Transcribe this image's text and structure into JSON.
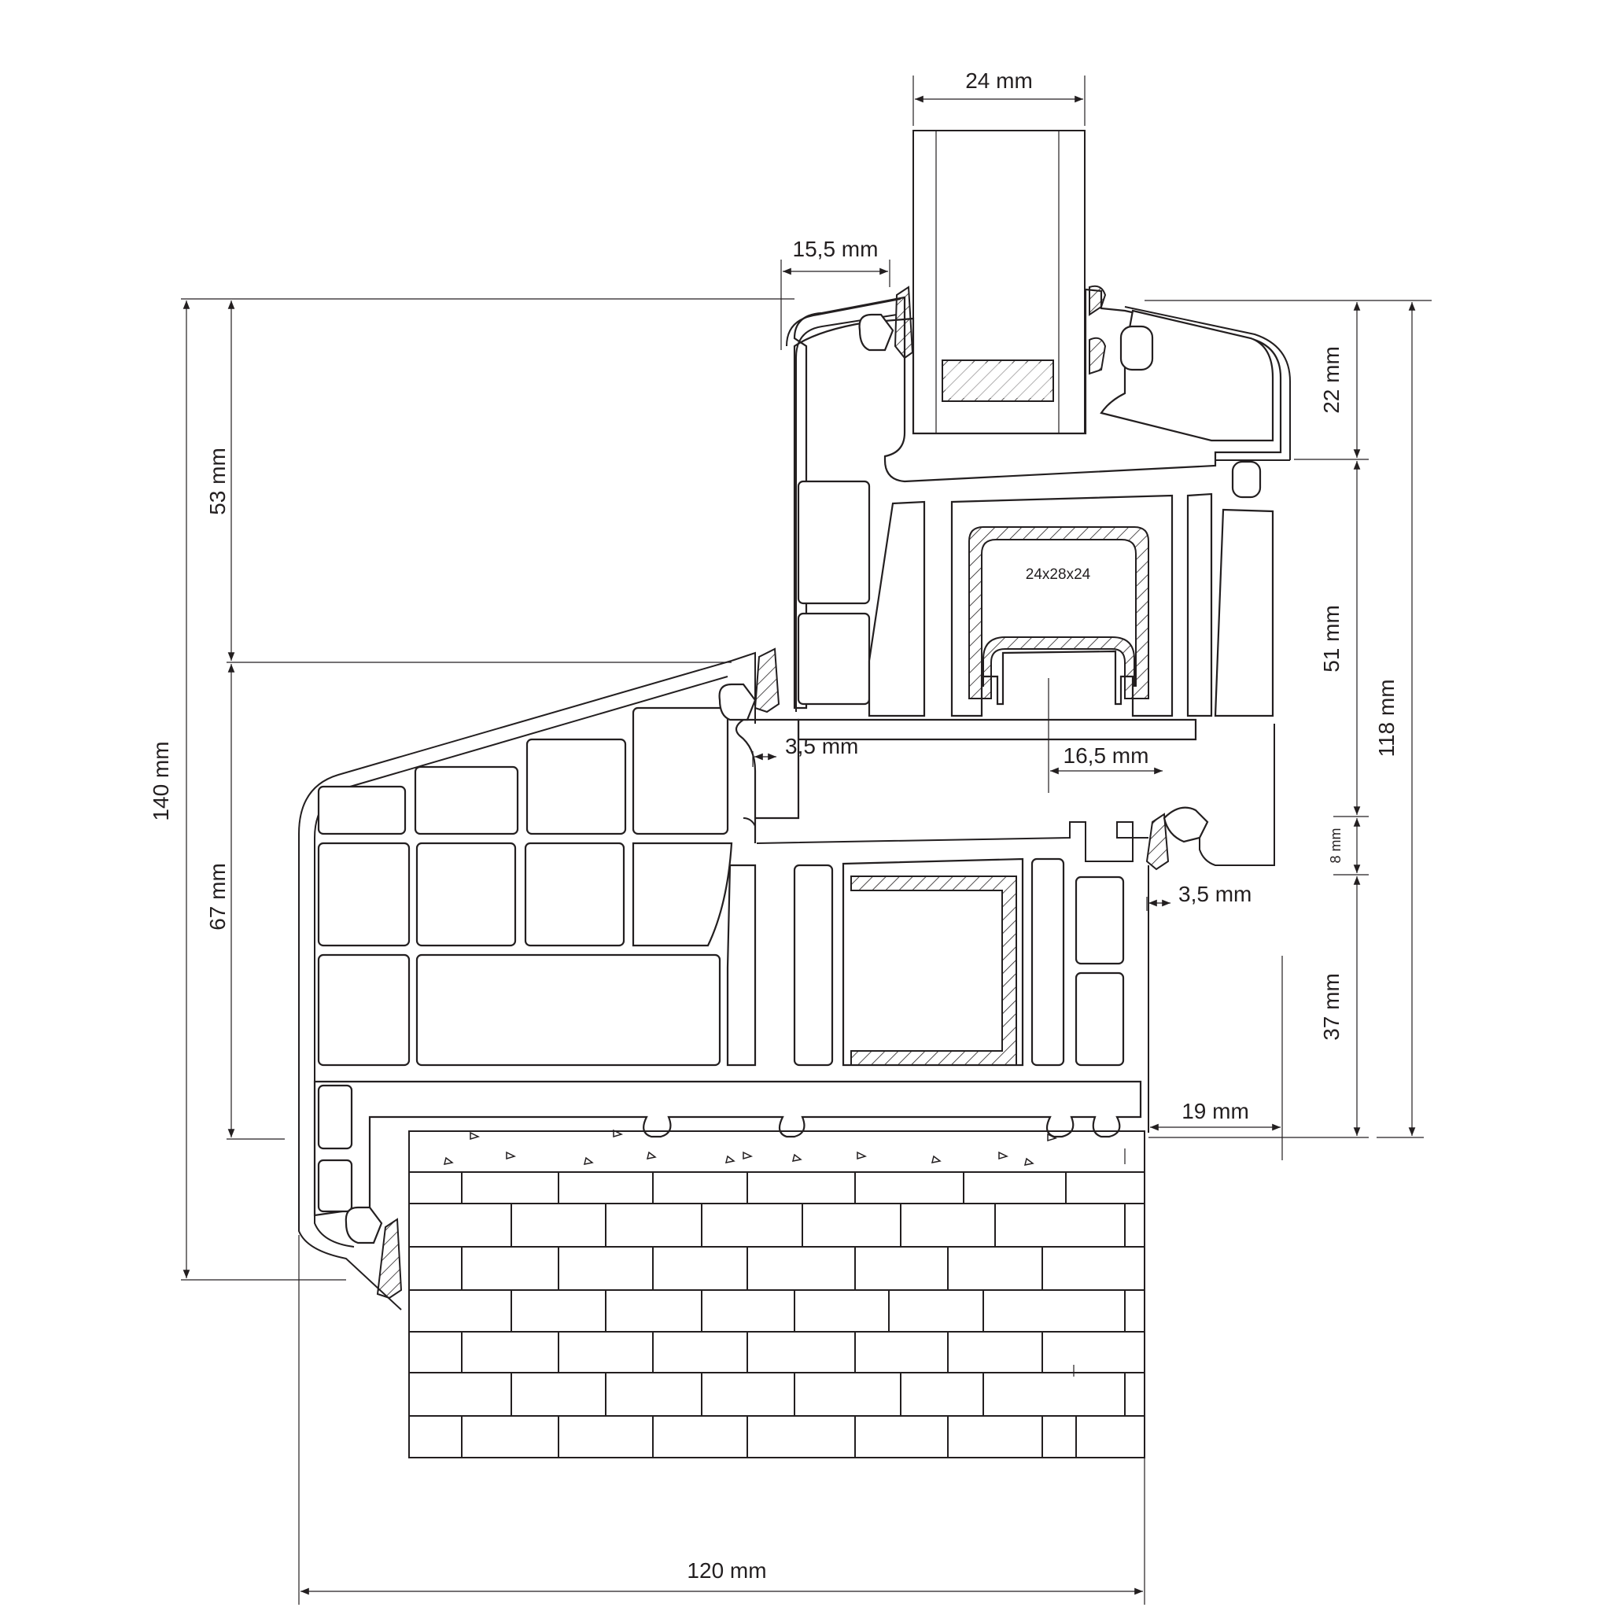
{
  "dimensions": {
    "glass_width": "24 mm",
    "sash_offset": "15,5 mm",
    "top_22": "22 mm",
    "frame_118": "118 mm",
    "left_53": "53 mm",
    "left_140": "140 mm",
    "left_67": "67 mm",
    "mid_51": "51 mm",
    "gap_left": "3,5 mm",
    "gap_right": "3,5 mm",
    "depth_16_5": "16,5 mm",
    "small_8": "8 mm",
    "low_37": "37 mm",
    "overhang_19": "19 mm",
    "width_120": "120 mm"
  },
  "steel_reinforcement": "24x28x24"
}
